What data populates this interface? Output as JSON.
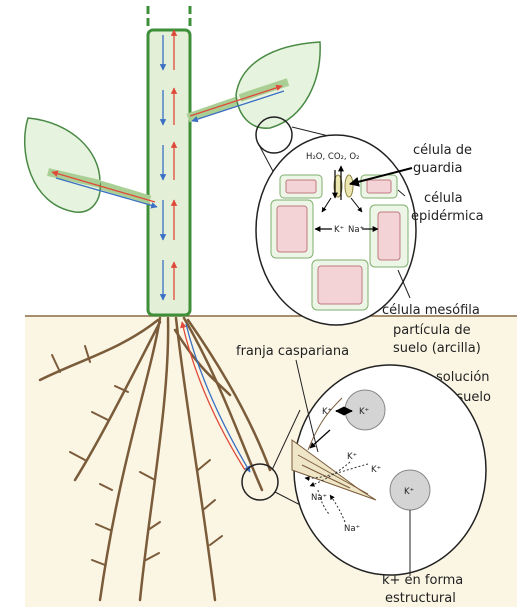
{
  "labels": {
    "guard_cell_1": "célula de",
    "guard_cell_2": "guardia",
    "epidermal_1": "célula",
    "epidermal_2": "epidérmica",
    "mesophyll": "célula mesófila",
    "soil_particle_1": "partícula de",
    "soil_particle_2": "suelo (arcilla)",
    "casparian": "franja caspariana",
    "soil_solution_1": "solución",
    "soil_solution_2": "de suelo",
    "structural_k_1": "k+ en forma",
    "structural_k_2": "estructural"
  },
  "leaf_inset": {
    "gases": "H₂O, CO₂, O₂",
    "k": "K⁺",
    "na": "Na⁺"
  },
  "soil_inset": {
    "k": "K⁺",
    "na": "Na⁺"
  },
  "colors": {
    "stem_fill": "#e3efd6",
    "stem_stroke": "#3f8f3a",
    "leaf_fill": "#e6f3de",
    "leaf_stroke": "#4a8a45",
    "mesophyll_cell": "#f3d3d6",
    "soil_bg": "#fbf6e4",
    "root": "#7a5b3a",
    "flow_up": "#e04a3a",
    "flow_down": "#3a6fc4",
    "soil_particle": "#d4d4d4"
  }
}
